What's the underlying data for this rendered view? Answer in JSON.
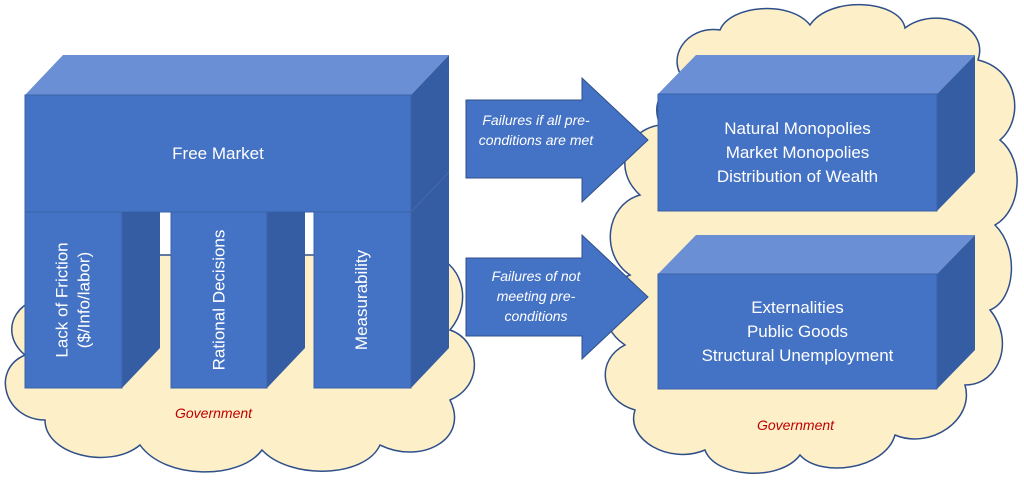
{
  "free_market": {
    "title": "Free Market",
    "pillars": [
      {
        "label": "Lack of Friction",
        "sublabel": "($/Info/labor)"
      },
      {
        "label": "Rational Decisions"
      },
      {
        "label": "Measurability"
      }
    ],
    "government_label": "Government"
  },
  "arrows": [
    {
      "label": "Failures if all pre-conditions are met"
    },
    {
      "label": "Failures of not meeting pre-conditions"
    }
  ],
  "failures_box_1": {
    "lines": [
      "Natural Monopolies",
      "Market Monopolies",
      "Distribution of Wealth"
    ]
  },
  "failures_box_2": {
    "lines": [
      "Externalities",
      "Public Goods",
      "Structural Unemployment"
    ]
  },
  "right_government_label": "Government",
  "colors": {
    "front": "#4472c4",
    "top": "#6b8fd4",
    "side": "#355da3",
    "cloud": "#fdefc8",
    "cloud_stroke": "#2f4f8a",
    "government_text": "#c00000"
  }
}
